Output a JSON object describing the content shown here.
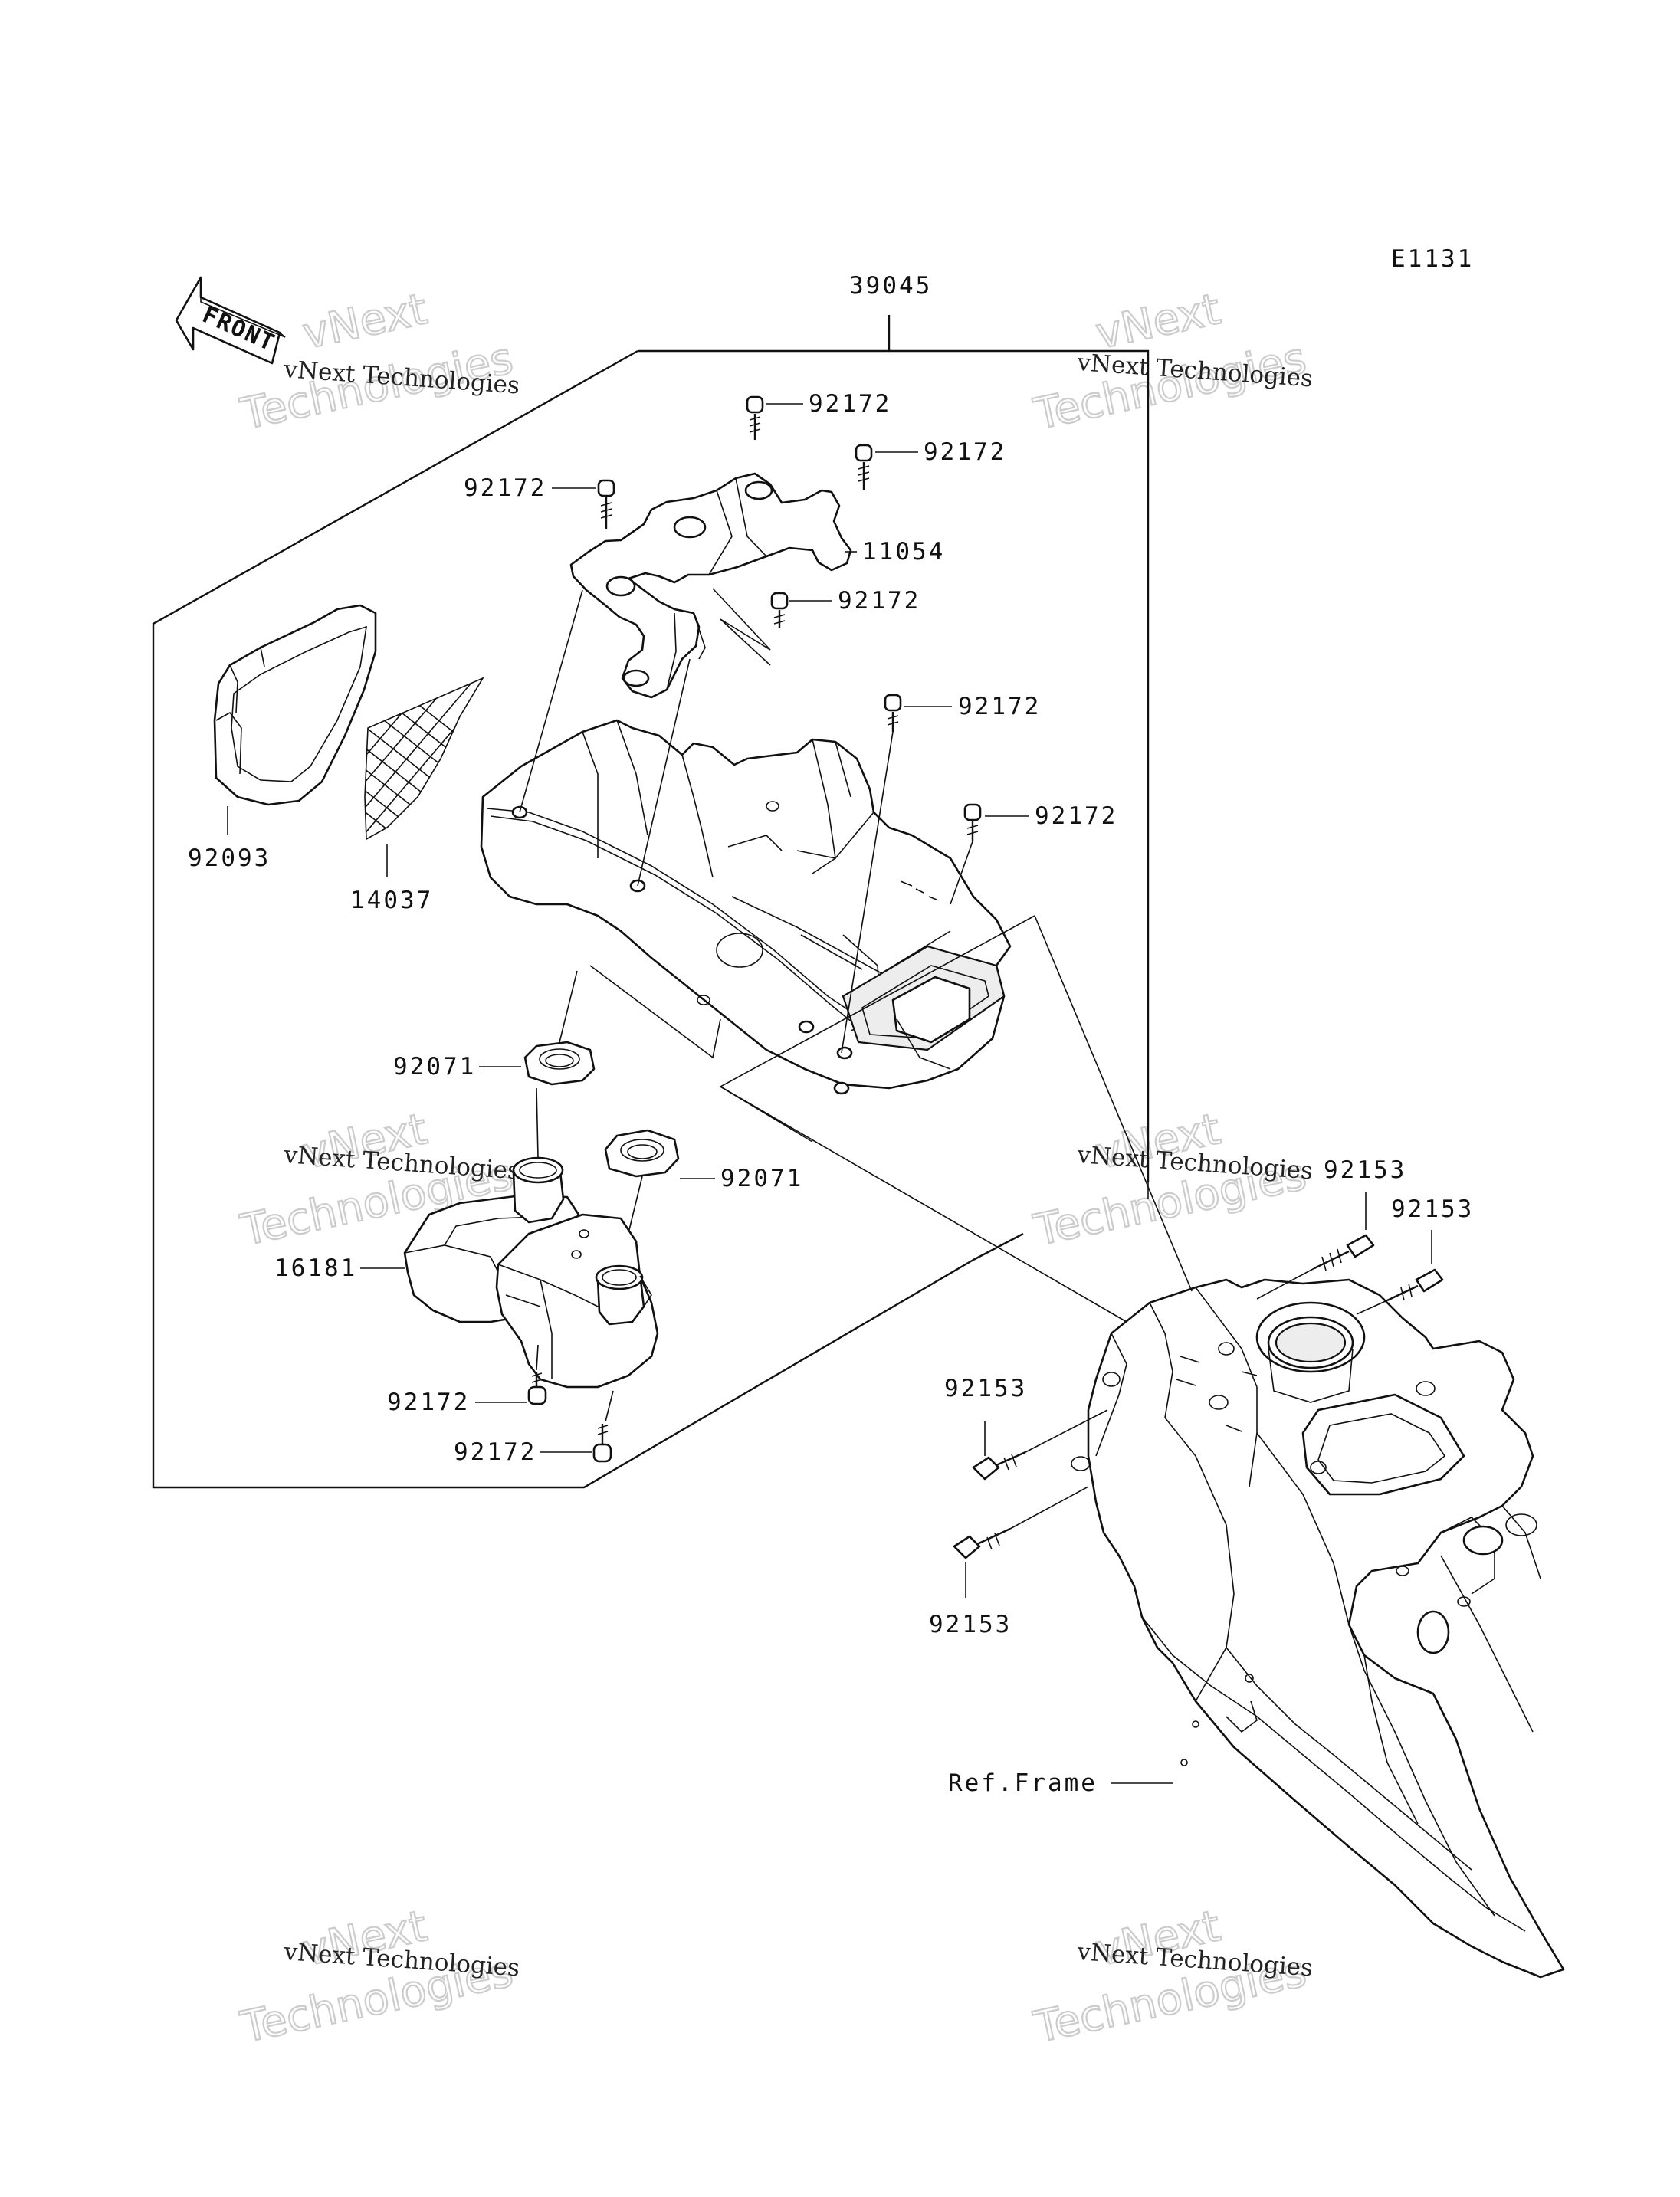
{
  "diagram_code": "E1131",
  "front_label": "FRONT",
  "assembly_label": "39045",
  "ref_frame_label": "Ref.Frame",
  "watermark": {
    "line1": "vNext",
    "line2": "Technologies",
    "full": "vNext Technologies"
  },
  "callouts": {
    "c01": "92172",
    "c02": "92172",
    "c03": "92172",
    "c04": "11054",
    "c05": "92172",
    "c06": "92172",
    "c07": "92172",
    "c08": "92093",
    "c09": "14037",
    "c10": "92071",
    "c11": "92071",
    "c12": "16181",
    "c13": "92172",
    "c14": "92172",
    "c15": "92153",
    "c16": "92153",
    "c17": "92153",
    "c18": "92153"
  },
  "colors": {
    "line": "#111111",
    "watermark_outline": "#c4c4c4",
    "background": "#ffffff"
  }
}
